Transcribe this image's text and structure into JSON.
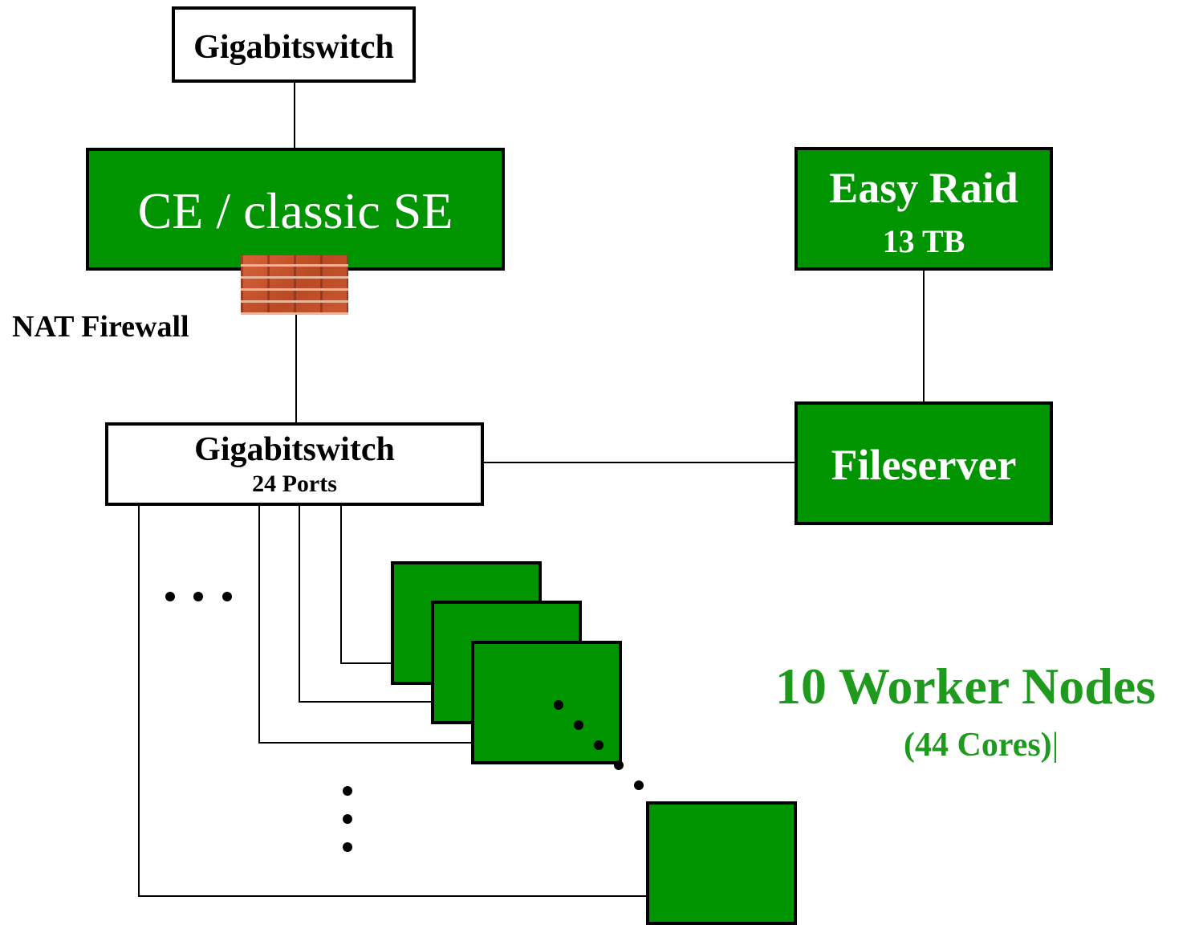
{
  "top_switch": {
    "label": "Gigabitswitch"
  },
  "ce_box": {
    "label": "CE / classic SE"
  },
  "raid_box": {
    "title": "Easy Raid",
    "capacity": "13 TB"
  },
  "firewall": {
    "label": "NAT Firewall",
    "icon": "brick-wall-icon"
  },
  "switch_24": {
    "label": "Gigabitswitch",
    "ports": "24 Ports"
  },
  "fileserver": {
    "label": "Fileserver"
  },
  "worker_nodes": {
    "title": "10 Worker Nodes",
    "subtitle": "(44 Cores)",
    "subtitle_trailer": "|"
  },
  "colors": {
    "node_green": "#009400",
    "outline": "#000000",
    "text_green": "#1f9a1f"
  }
}
